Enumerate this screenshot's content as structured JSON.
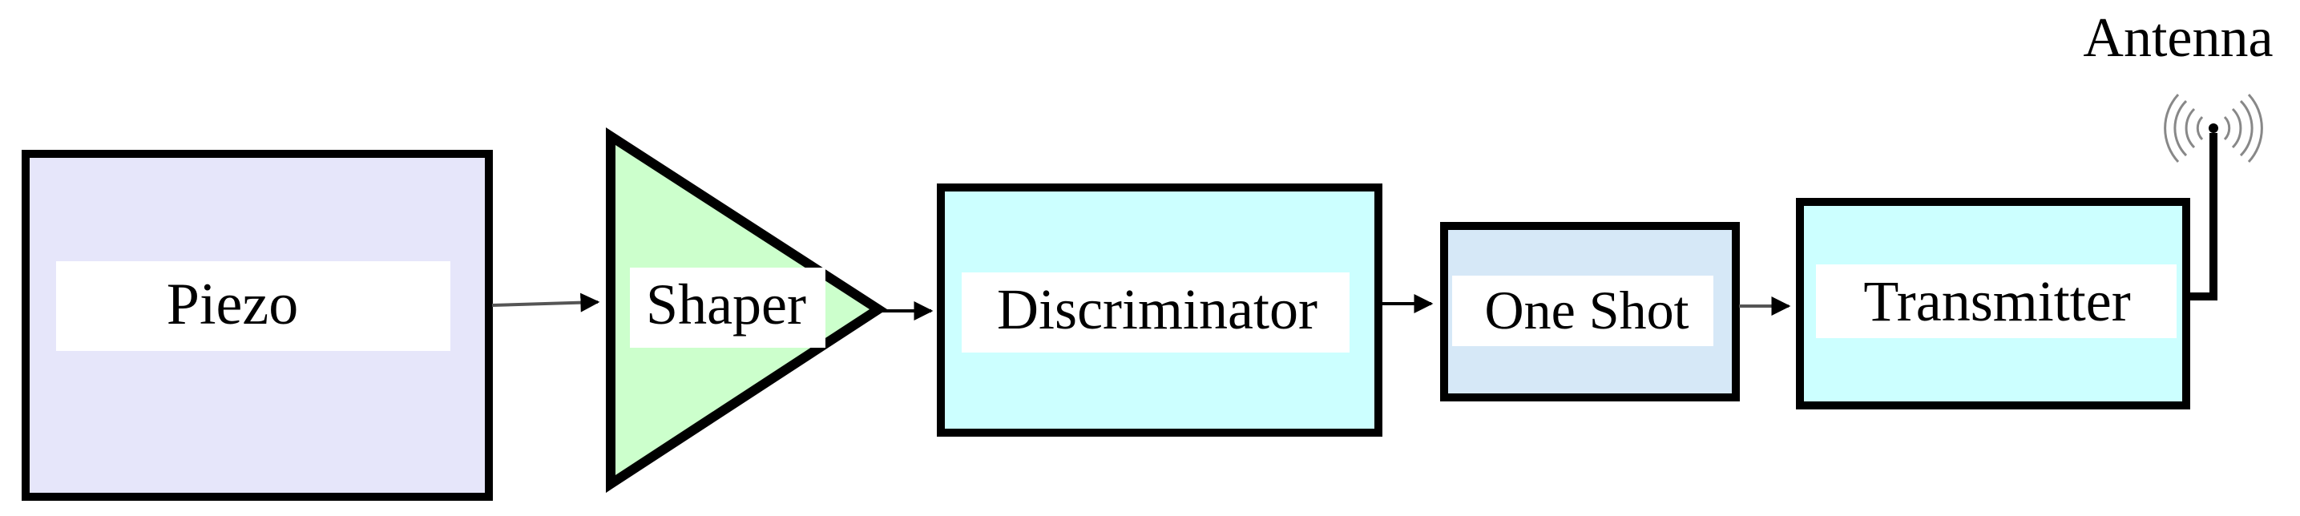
{
  "blocks": {
    "piezo": {
      "label": "Piezo",
      "fill": "#e6e6fa"
    },
    "shaper": {
      "label": "Shaper",
      "fill": "#ccffcc"
    },
    "discriminator": {
      "label": "Discriminator",
      "fill": "#ccffff"
    },
    "one_shot": {
      "label": "One Shot",
      "fill": "#d6e8f7"
    },
    "transmitter": {
      "label": "Transmitter",
      "fill": "#ccffff"
    }
  },
  "antenna": {
    "label": "Antenna"
  },
  "colors": {
    "stroke": "#000000",
    "label_background": "#ffffff",
    "wave": "#888888"
  }
}
